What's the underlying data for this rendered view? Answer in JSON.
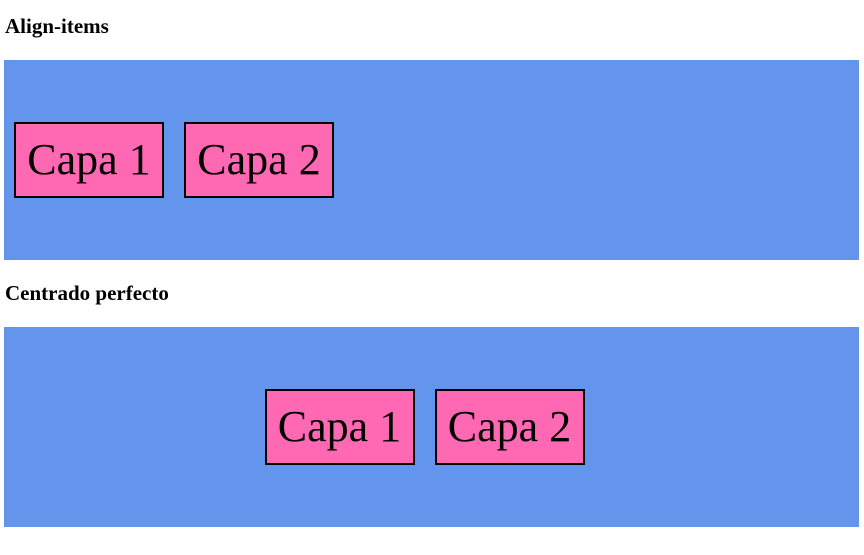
{
  "sections": [
    {
      "title": "Align-items",
      "items": [
        "Capa 1",
        "Capa 2"
      ]
    },
    {
      "title": "Centrado perfecto",
      "items": [
        "Capa 1",
        "Capa 2"
      ]
    }
  ],
  "colors": {
    "container_background": "#6495ed",
    "item_background": "#ff69b4",
    "item_border": "#000000",
    "page_background": "#ffffff"
  }
}
